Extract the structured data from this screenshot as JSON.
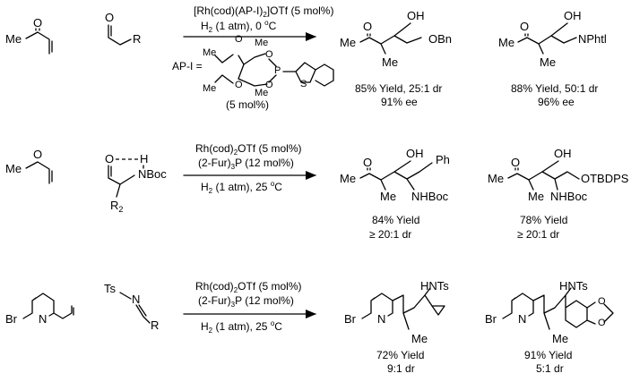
{
  "rows": [
    {
      "conditions": {
        "line1_a": "[Rh(cod)(AP-I)",
        "line1_sub": "2",
        "line1_b": "]OTf (5 mol%)",
        "line2_a": "H",
        "line2_sub": "2",
        "line2_b": " (1 atm),  0 ",
        "line2_sup": "o",
        "line2_c": "C",
        "ligand_label": "AP-I =",
        "ligand_loading": "(5 mol%)"
      },
      "atoms": {
        "me": "Me",
        "o": "O",
        "r": "R",
        "me1": "Me",
        "me2": "Me",
        "me3": "Me",
        "me4": "Me",
        "o1": "O",
        "o2": "O",
        "o3": "O",
        "o4": "O",
        "p": "P",
        "s": "S"
      },
      "products": [
        {
          "label_group": "OBn",
          "oh": "OH",
          "ketone_o": "O",
          "me_left": "Me",
          "me_branch": "Me",
          "yield": "85% Yield, 25:1 dr",
          "ee": "91% ee"
        },
        {
          "label_group": "NPhtl",
          "oh": "OH",
          "ketone_o": "O",
          "me_left": "Me",
          "me_branch": "Me",
          "yield": "88% Yield, 50:1 dr",
          "ee": "96% ee"
        }
      ]
    },
    {
      "conditions": {
        "line1_a": "Rh(cod)",
        "line1_sub": "2",
        "line1_b": "OTf (5 mol%)",
        "line2_a": "(2-Fur)",
        "line2_sub": "3",
        "line2_b": "P (12 mol%)",
        "line3_a": "H",
        "line3_sub": "2",
        "line3_b": " (1 atm), 25 ",
        "line3_sup": "o",
        "line3_c": "C"
      },
      "atoms": {
        "me": "Me",
        "o": "O",
        "ald_o": "O",
        "h": "H",
        "n": "N",
        "boc": "Boc",
        "r2": "R",
        "r2_sub": "2"
      },
      "products": [
        {
          "label_group": "Ph",
          "oh": "OH",
          "ketone_o": "O",
          "me_left": "Me",
          "me_branch": "Me",
          "nhboc": "NHBoc",
          "yield": "84% Yield",
          "dr": "≥ 20:1 dr"
        },
        {
          "label_group": "OTBDPS",
          "oh": "OH",
          "ketone_o": "O",
          "me_left": "Me",
          "me_branch": "Me",
          "nhboc": "NHBoc",
          "yield": "78% Yield",
          "dr": "≥ 20:1 dr"
        }
      ]
    },
    {
      "conditions": {
        "line1_a": "Rh(cod)",
        "line1_sub": "2",
        "line1_b": "OTf (5 mol%)",
        "line2_a": "(2-Fur)",
        "line2_sub": "3",
        "line2_b": "P (12 mol%)",
        "line3_a": "H",
        "line3_sub": "2",
        "line3_b": " (1 atm), 25 ",
        "line3_sup": "o",
        "line3_c": "C"
      },
      "atoms": {
        "br": "Br",
        "n": "N",
        "ts": "Ts",
        "imine_n": "N",
        "r": "R"
      },
      "products": [
        {
          "br": "Br",
          "n": "N",
          "nhts": "HNTs",
          "me": "Me",
          "yield": "72% Yield",
          "dr": "9:1 dr"
        },
        {
          "br": "Br",
          "n": "N",
          "nhts": "HNTs",
          "me": "Me",
          "o1": "O",
          "o2": "O",
          "yield": "91% Yield",
          "dr": "5:1 dr"
        }
      ]
    }
  ]
}
